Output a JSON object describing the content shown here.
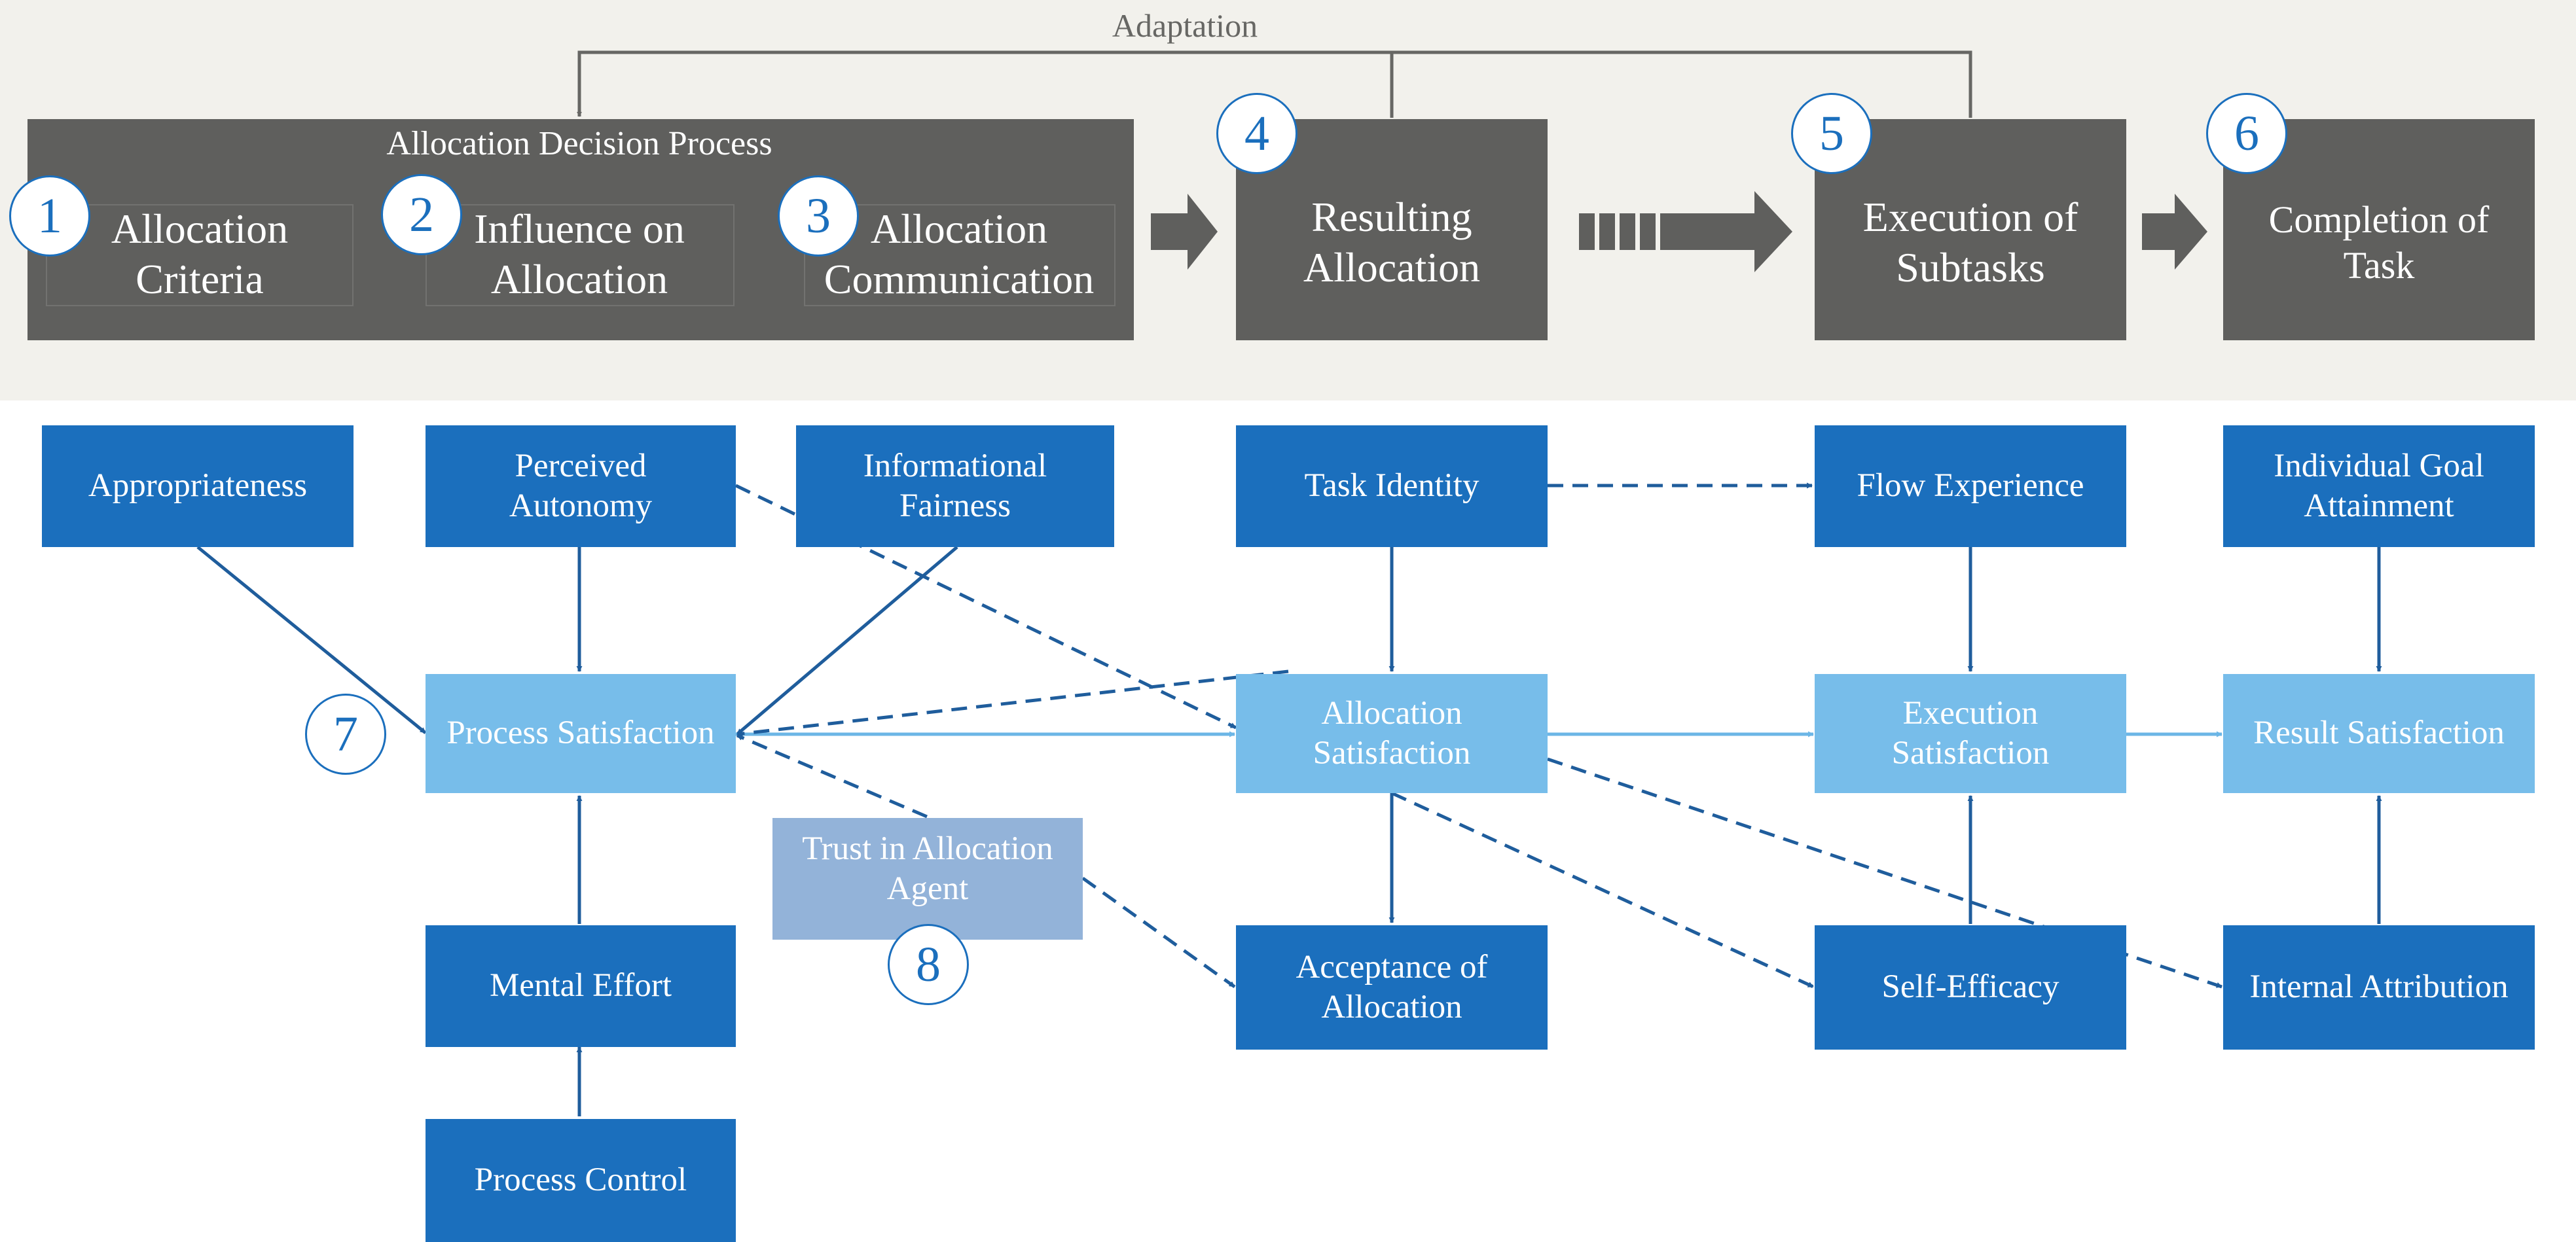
{
  "phases": {
    "adaptation_label": "Adaptation",
    "decision_process_label": "Allocation Decision Process",
    "allocation_criteria": "Allocation Criteria",
    "influence_on_allocation": "Influence on Allocation",
    "allocation_communication": "Allocation Communication",
    "resulting_allocation": "Resulting Allocation",
    "execution_of_subtasks": "Execution of Subtasks",
    "completion_of_task": "Completion of Task"
  },
  "markers": [
    "1",
    "2",
    "3",
    "4",
    "5",
    "6",
    "7",
    "8"
  ],
  "constructs": {
    "appropriateness": "Appropriateness",
    "perceived_autonomy": "Perceived Autonomy",
    "informational_fairness": "Informational Fairness",
    "task_identity": "Task Identity",
    "flow_experience": "Flow Experience",
    "individual_goal_attainment": "Individual Goal Attainment",
    "process_satisfaction": "Process Satisfaction",
    "allocation_satisfaction": "Allocation Satisfaction",
    "execution_satisfaction": "Execution Satisfaction",
    "result_satisfaction": "Result Satisfaction",
    "trust_in_allocation_agent": "Trust in Allocation Agent",
    "mental_effort": "Mental Effort",
    "acceptance_of_allocation": "Acceptance of Allocation",
    "self_efficacy": "Self-Efficacy",
    "internal_attribution": "Internal Attribution",
    "process_control": "Process Control"
  },
  "colors": {
    "band": "#f2f1ec",
    "phase_box": "#5f5f5d",
    "construct_dark": "#1b6fbd",
    "construct_light": "#77bdea",
    "construct_muted": "#93b3d9",
    "arrow_dark": "#1f5d9c",
    "arrow_light": "#6cb6e6"
  }
}
